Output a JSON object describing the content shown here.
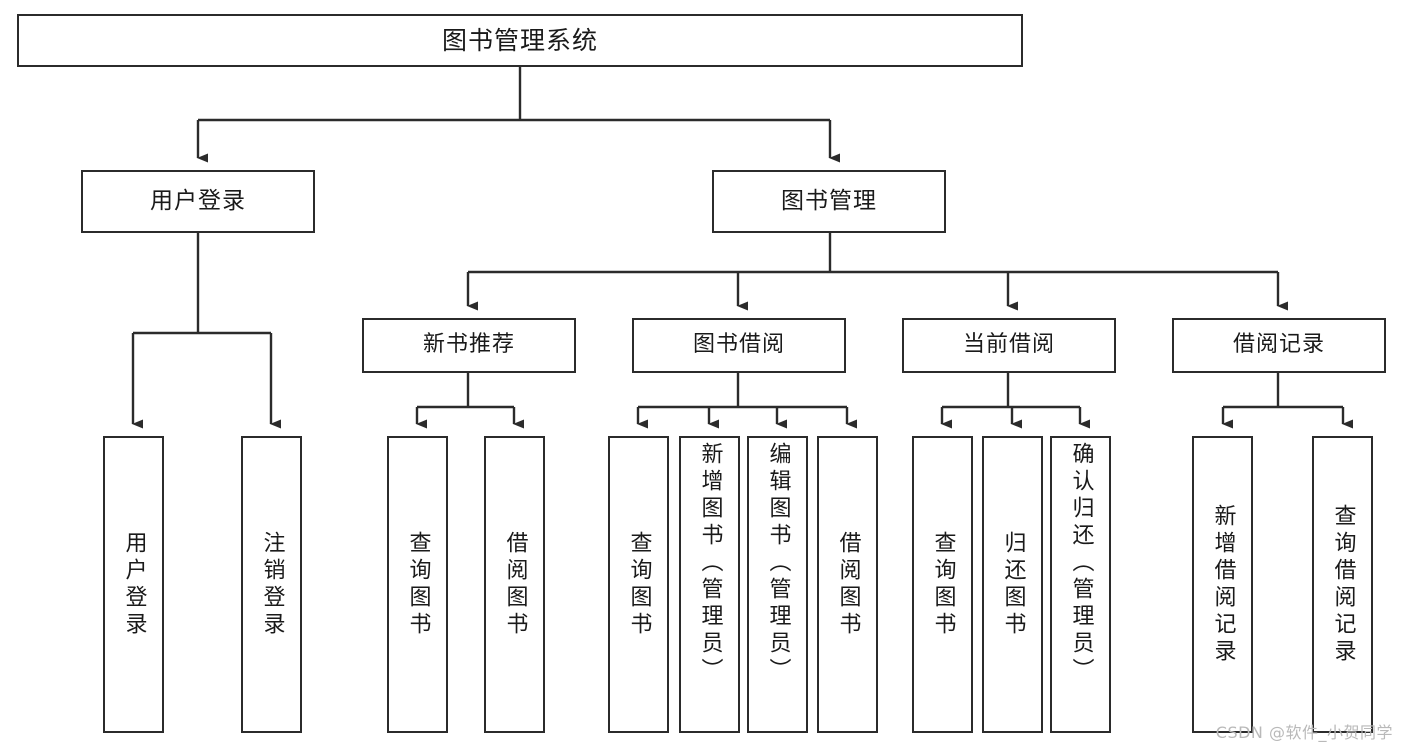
{
  "diagram": {
    "title": "图书管理系统",
    "type": "tree-hierarchy",
    "watermark": "CSDN @软件_小贺同学",
    "colors": {
      "background": "#ffffff",
      "node_border": "#2b2b2b",
      "node_fill": "#ffffff",
      "edge": "#2b2b2b",
      "text": "#1a1a1a",
      "watermark": "#b9b9b9"
    },
    "root": {
      "label": "图书管理系统"
    },
    "level1": [
      {
        "label": "用户登录"
      },
      {
        "label": "图书管理"
      }
    ],
    "level2": [
      {
        "label": "新书推荐"
      },
      {
        "label": "图书借阅"
      },
      {
        "label": "当前借阅"
      },
      {
        "label": "借阅记录"
      }
    ],
    "leaves": {
      "user_login": [
        {
          "label": "用户登录"
        },
        {
          "label": "注销登录"
        }
      ],
      "new_book_recommend": [
        {
          "label": "查询图书"
        },
        {
          "label": "借阅图书"
        }
      ],
      "book_borrow": [
        {
          "label": "查询图书"
        },
        {
          "label": "新增图书（管理员）"
        },
        {
          "label": "编辑图书（管理员）"
        },
        {
          "label": "借阅图书"
        }
      ],
      "current_borrow": [
        {
          "label": "查询图书"
        },
        {
          "label": "归还图书"
        },
        {
          "label": "确认归还（管理员）"
        }
      ],
      "borrow_record": [
        {
          "label": "新增借阅记录"
        },
        {
          "label": "查询借阅记录"
        }
      ]
    }
  }
}
